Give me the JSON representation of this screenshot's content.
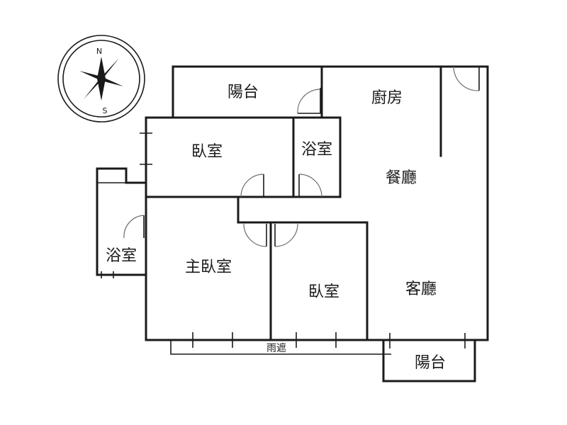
{
  "compass": {
    "north": "N",
    "south": "S"
  },
  "rooms": {
    "balcony_north": "陽台",
    "kitchen": "廚房",
    "bedroom_west": "臥室",
    "bathroom_center": "浴室",
    "dining": "餐廳",
    "bathroom_west": "浴室",
    "master_bedroom": "主臥室",
    "bedroom_south": "臥室",
    "living_room": "客廳",
    "balcony_south": "陽台"
  },
  "labels": {
    "canopy": "雨遮"
  }
}
